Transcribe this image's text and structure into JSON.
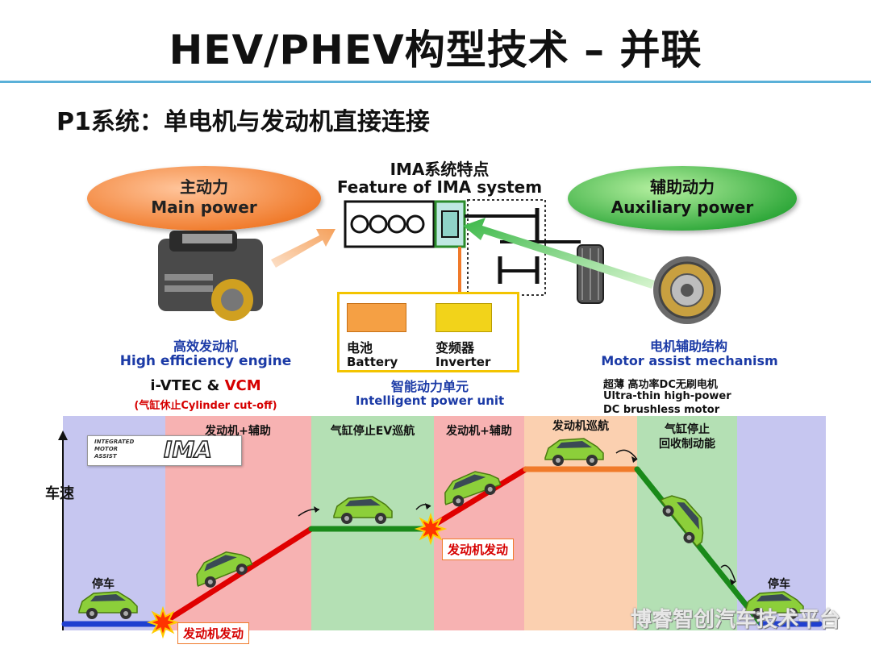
{
  "title": "HEV/PHEV构型技术 – 并联",
  "subtitle": "P1系统：单电机与发动机直接连接",
  "main_power": {
    "cn": "主动力",
    "en": "Main power"
  },
  "aux_power": {
    "cn": "辅助动力",
    "en": "Auxiliary power"
  },
  "ima_feature": {
    "cn": "IMA系统特点",
    "en": "Feature of IMA system"
  },
  "engine": {
    "cn": "高效发动机",
    "en": "High efficiency engine",
    "tech_a": "i-VTEC & ",
    "tech_b": "VCM",
    "cutoff": "(气缸休止Cylinder  cut-off)"
  },
  "power_unit": {
    "battery_cn": "电池",
    "battery_en": "Battery",
    "inverter_cn": "变频器",
    "inverter_en": "Inverter",
    "cn": "智能动力单元",
    "en": "Intelligent power unit"
  },
  "motor": {
    "cn": "电机辅助结构",
    "en": "Motor assist mechanism",
    "desc1": "超薄 高功率DC无刷电机",
    "desc2": "Ultra-thin high-power",
    "desc3": "DC brushless motor"
  },
  "logo": {
    "l1": "INTEGRATED",
    "l2": "MOTOR",
    "l3": "ASSIST",
    "mark": "IMA"
  },
  "axis_label": "车速",
  "stages": [
    {
      "label": "",
      "color": "#c6c6f0"
    },
    {
      "label": "发动机+辅助",
      "color": "#f7b2b2"
    },
    {
      "label": "气缸停止EV巡航",
      "color": "#b4e0b4"
    },
    {
      "label": "发动机+辅助",
      "color": "#f7b2b2"
    },
    {
      "label": "发动机巡航",
      "color": "#fbd0b0"
    },
    {
      "label": "气缸停止\n回收制动能",
      "color": "#b4e0b4"
    },
    {
      "label": "",
      "color": "#c6c6f0"
    }
  ],
  "stop_label": "停车",
  "engine_start": "发动机发动",
  "watermark": "博睿智创汽车技术平台",
  "colors": {
    "accent_rule": "#5ab0d8",
    "blue_text": "#1b3aa6",
    "red": "#d60000"
  }
}
